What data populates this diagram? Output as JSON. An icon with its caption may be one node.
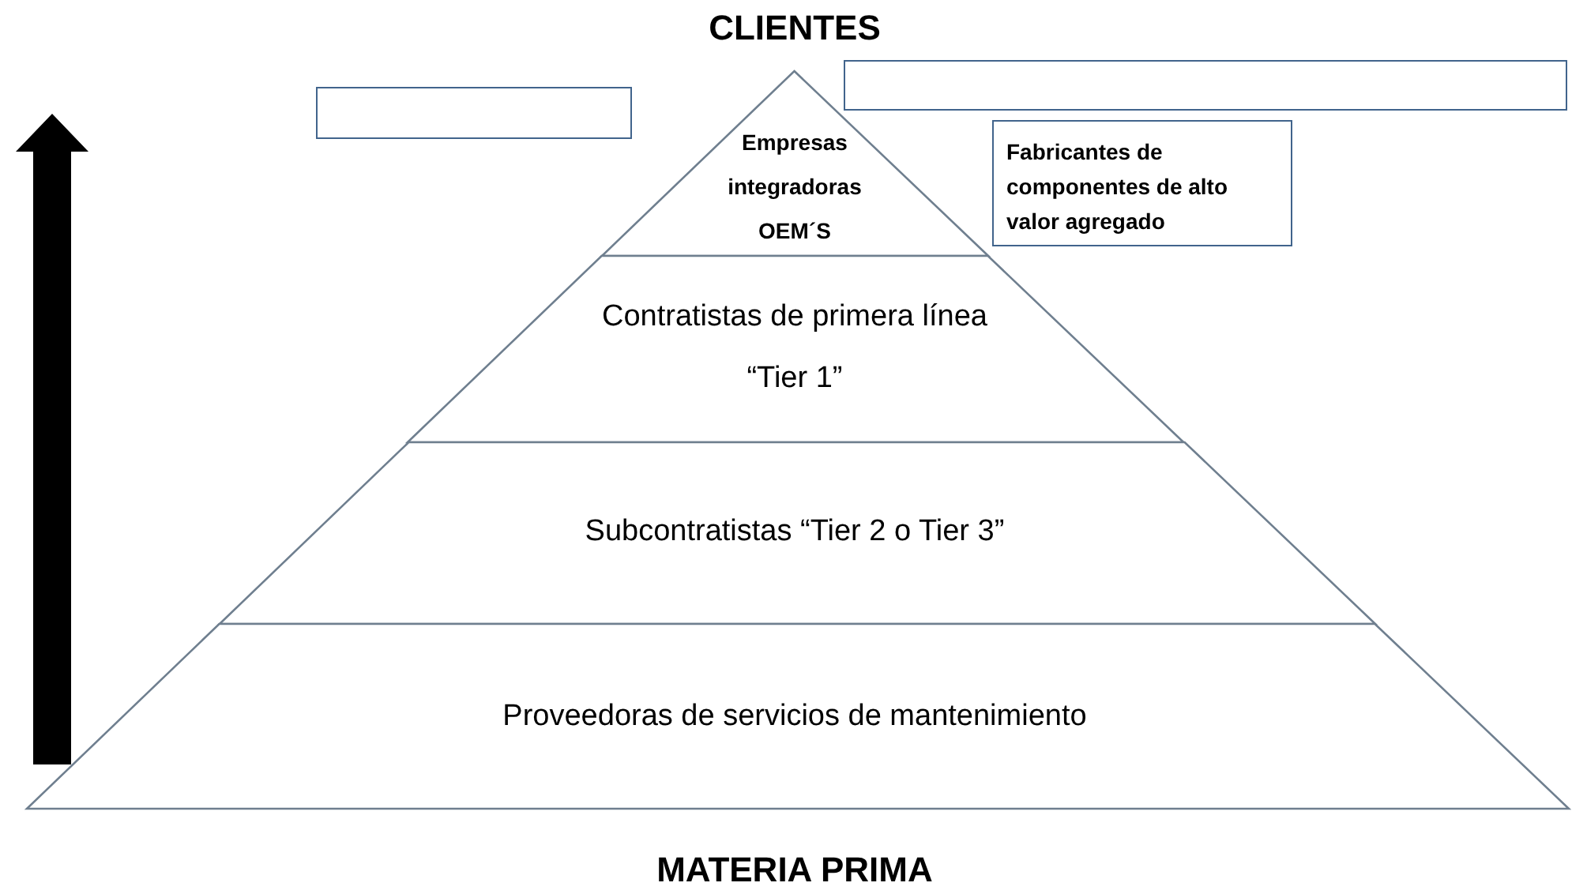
{
  "diagram": {
    "nodes": [
      {
        "text": [
          "Empresas integradoras OEM´S"
        ]
      },
      {
        "text": [
          "Contratistas de primera línea",
          "“Tier 1”"
        ]
      },
      {
        "text": [
          "Subcontratistas “Tier 2 o Tier 3”"
        ]
      },
      {
        "text": [
          "Proveedoras de servicios de mantenimiento"
        ]
      },
      {
        "text": [],
        "shape": "box"
      },
      {
        "text": [],
        "shape": "box"
      },
      {
        "text": [
          "Fabricantes de componentes de alto valor agregado"
        ]
      }
    ],
    "labels": [
      "CLIENTES",
      "MATERIA PRIMA"
    ]
  }
}
